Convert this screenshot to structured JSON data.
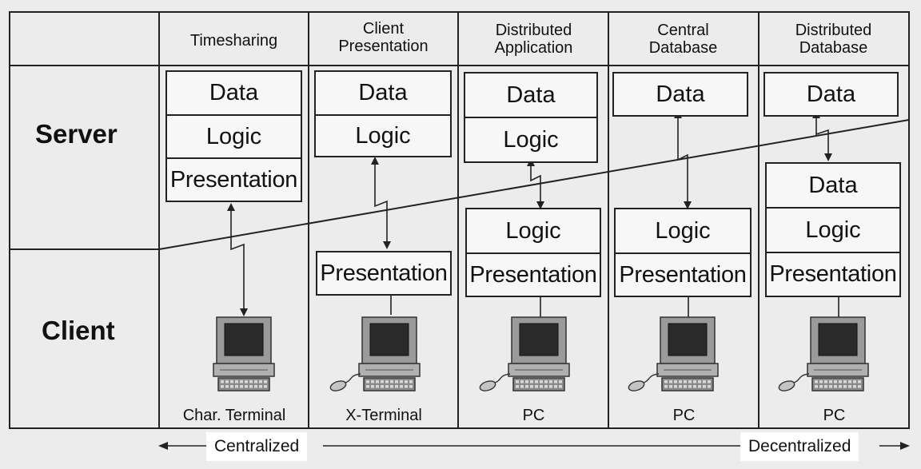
{
  "rows": {
    "server": "Server",
    "client": "Client"
  },
  "columns": [
    {
      "heading": [
        "Timesharing"
      ],
      "device": "Char. Terminal",
      "device_icon": "char-terminal-icon",
      "server_boxes": [
        "Data",
        "Logic",
        "Presentation"
      ],
      "client_boxes": []
    },
    {
      "heading": [
        "Client",
        "Presentation"
      ],
      "device": "X-Terminal",
      "device_icon": "x-terminal-icon",
      "server_boxes": [
        "Data",
        "Logic"
      ],
      "client_boxes": [
        "Presentation"
      ]
    },
    {
      "heading": [
        "Distributed",
        "Application"
      ],
      "device": "PC",
      "device_icon": "pc-icon",
      "server_boxes": [
        "Data",
        "Logic"
      ],
      "client_boxes": [
        "Logic",
        "Presentation"
      ]
    },
    {
      "heading": [
        "Central",
        "Database"
      ],
      "device": "PC",
      "device_icon": "pc-icon",
      "server_boxes": [
        "Data"
      ],
      "client_boxes": [
        "Logic",
        "Presentation"
      ]
    },
    {
      "heading": [
        "Distributed",
        "Database"
      ],
      "device": "PC",
      "device_icon": "pc-icon",
      "server_boxes": [
        "Data"
      ],
      "client_boxes": [
        "Data",
        "Logic",
        "Presentation"
      ]
    }
  ],
  "scale": {
    "left": "Centralized",
    "right": "Decentralized"
  },
  "colors": {
    "background": "#ececec",
    "box_fill": "#f7f7f7",
    "line": "#222222",
    "screen": "#2a2a2a",
    "device_body": "#9a9a9a"
  }
}
